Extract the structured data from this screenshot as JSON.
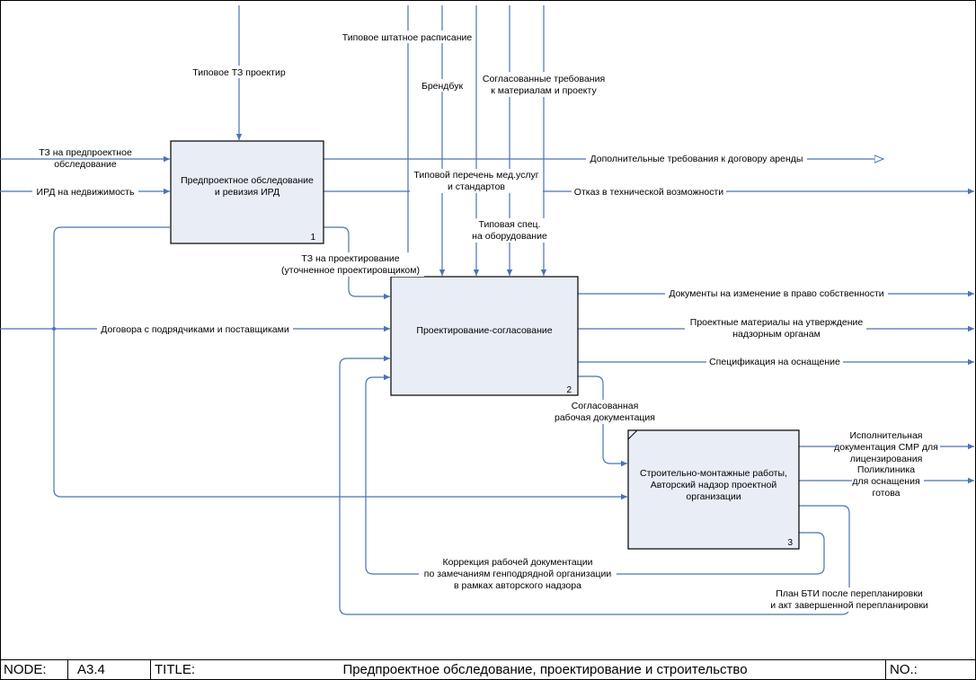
{
  "footer": {
    "node_label": "NODE:",
    "node_value": "A3.4",
    "title_label": "TITLE:",
    "title_value": "Предпроектное обследование, проектирование и строительство",
    "no_label": "NO.:"
  },
  "boxes": {
    "box1": {
      "line1": "Предпроектное обследование",
      "line2": "и ревизия ИРД",
      "number": "1"
    },
    "box2": {
      "line1": "Проектирование-согласование",
      "number": "2"
    },
    "box3": {
      "line1": "Строительно-монтажные работы,",
      "line2": "Авторский надзор проектной",
      "line3": "организации",
      "number": "3"
    }
  },
  "labels": {
    "typical_staff": "Типовое штатное расписание",
    "typical_tz": "Типовое ТЗ проектир",
    "brandbook": "Брендбук",
    "agreed_req_1": "Согласованные требования",
    "agreed_req_2": "к материалам и проекту",
    "tz_preproject_1": "ТЗ на предпроектное",
    "tz_preproject_2": "обследование",
    "ird_realty": "ИРД на недвижимость",
    "med_list_1": "Типовой перечень мед.услуг",
    "med_list_2": "и стандартов",
    "equip_spec_1": "Типовая спец.",
    "equip_spec_2": "на оборудование",
    "extra_req": "Дополнительные требования к договору аренды",
    "tech_refusal": "Отказ в технической возможности",
    "tz_design_1": "ТЗ на проектирование",
    "tz_design_2": "(уточненное проектировщиком)",
    "contracts": "Договора с подрядчиками и поставщиками",
    "ownership_docs": "Документы на изменение в право собственности",
    "design_materials_1": "Проектные материалы на утверждение",
    "design_materials_2": "надзорным органам",
    "equip_spec_out": "Спецификация на оснащение",
    "agreed_docs_1": "Согласованная",
    "agreed_docs_2": "рабочая документация",
    "exec_docs_1": "Исполнительная",
    "exec_docs_2": "документация СМР для",
    "exec_docs_3": "лицензирования",
    "clinic_1": "Поликлиника",
    "clinic_2": "для оснащения",
    "clinic_3": "готова",
    "correction_1": "Коррекция рабочей документации",
    "correction_2": "по замечаниям генподрядной организации",
    "correction_3": "в рамках авторского надзора",
    "bti_1": "План БТИ после перепланировки",
    "bti_2": "и акт завершенной перепланировки"
  },
  "colors": {
    "arrow": "#4a72b8",
    "box_fill": "#e9edf5"
  }
}
